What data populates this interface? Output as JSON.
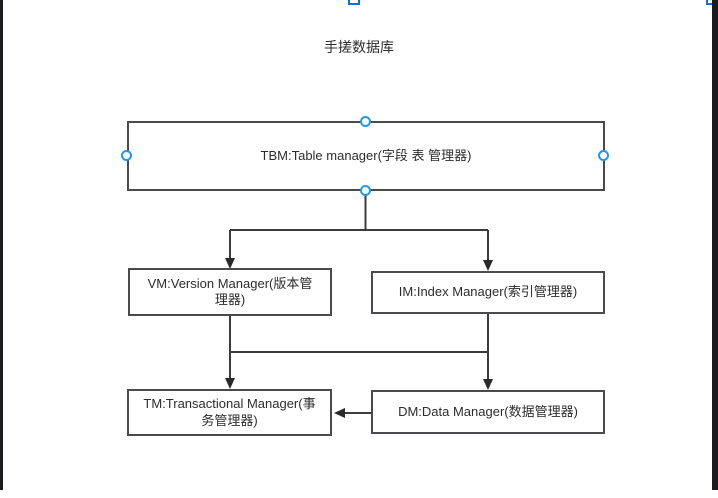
{
  "title": "手搓数据库",
  "diagram": {
    "nodes": [
      {
        "id": "tbm",
        "label": "TBM:Table manager(字段 表 管理器)",
        "selected": true
      },
      {
        "id": "vm",
        "label": "VM:Version Manager(版本管理器)",
        "selected": false
      },
      {
        "id": "im",
        "label": "IM:Index Manager(索引管理器)",
        "selected": false
      },
      {
        "id": "tm",
        "label": "TM:Transactional Manager(事务管理器)",
        "selected": false
      },
      {
        "id": "dm",
        "label": "DM:Data Manager(数据管理器)",
        "selected": false
      }
    ],
    "edges": [
      {
        "from": "tbm",
        "to": "vm",
        "arrow": "true"
      },
      {
        "from": "tbm",
        "to": "im",
        "arrow": "true"
      },
      {
        "from": "vm",
        "to": "tm",
        "arrow": "true"
      },
      {
        "from": "im",
        "to": "dm",
        "arrow": "true"
      },
      {
        "from": "dm",
        "to": "tm",
        "arrow": "true"
      }
    ],
    "colors": {
      "background": "#ffffff",
      "node_border": "#4b4b4f",
      "connector": "#3c3c3c",
      "arrowhead": "#2a2a2a",
      "selection_handle_circle": "#2196f3",
      "selection_handle_square": "#0d6fd8",
      "window_edge": "#1b1b1f",
      "text": "#2d2d2d"
    }
  }
}
